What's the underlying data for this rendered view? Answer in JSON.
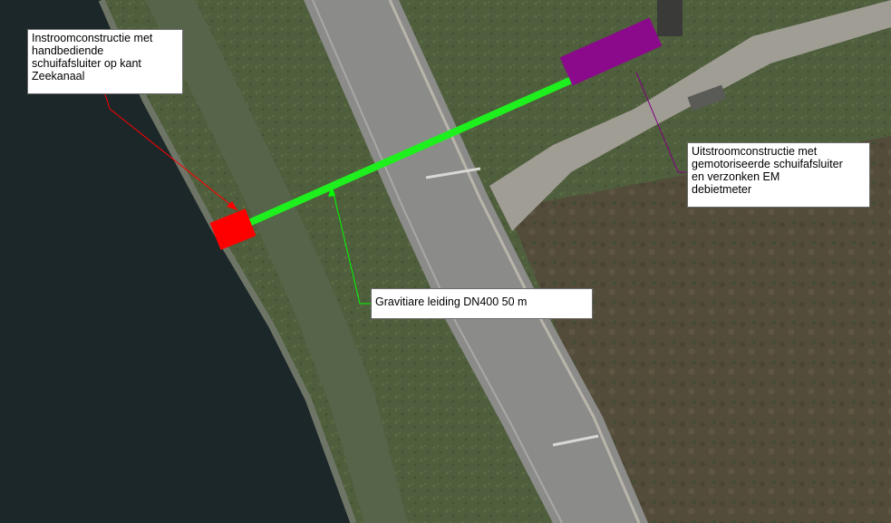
{
  "map": {
    "callouts": {
      "inlet": {
        "lines": [
          "Instroomconstructie met",
          "handbediende",
          "schuifafsluiter op kant",
          "Zeekanaal"
        ],
        "color": "#ff0000"
      },
      "outlet": {
        "lines": [
          "Uitstroomconstructie met",
          "gemotoriseerde schuifafsluiter",
          "en verzonken EM",
          "debietmeter"
        ],
        "color": "#800080"
      },
      "pipe": {
        "lines": [
          "Gravitiare leiding DN400 50 m"
        ],
        "color": "#00ff00"
      }
    },
    "colors": {
      "water": "#1b2628",
      "grass": "#4d5c3a",
      "road": "#8a8a88",
      "pipe": "#1ef01e",
      "inlet_box": "#ff0000",
      "outlet_box": "#8b0a8b"
    }
  }
}
